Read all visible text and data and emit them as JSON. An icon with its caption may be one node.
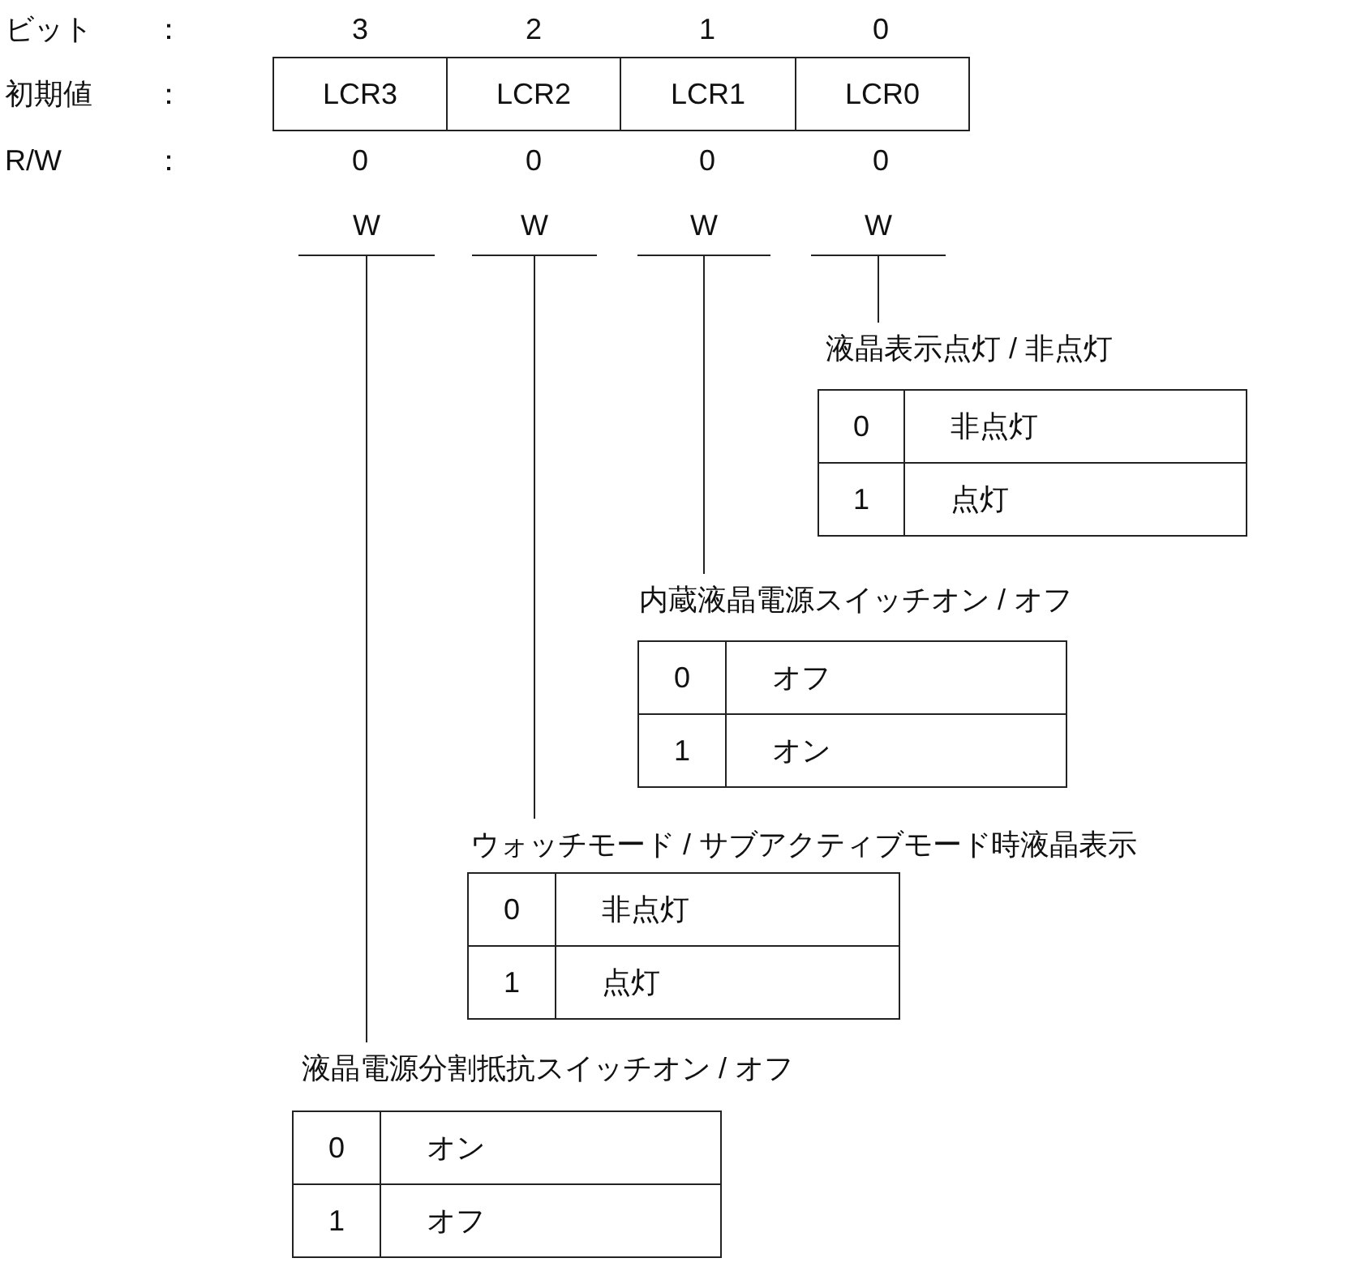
{
  "diagram": {
    "nodes": [
      {
        "text": [
          "LCR3"
        ]
      },
      {
        "text": [
          "LCR2"
        ]
      },
      {
        "text": [
          "LCR1"
        ]
      },
      {
        "text": [
          "LCR0"
        ]
      },
      {
        "text": [
          "W"
        ]
      },
      {
        "text": [
          "W"
        ]
      },
      {
        "text": [
          "W"
        ]
      },
      {
        "text": [
          "W"
        ]
      },
      {
        "text": [
          "液晶表示点灯 / 非点灯",
          "0",
          "非点灯",
          "1",
          "点灯"
        ]
      },
      {
        "text": [
          "内蔵液晶電源スイッチオン / オフ",
          "0",
          "オフ",
          "1",
          "オン"
        ]
      },
      {
        "text": [
          "ウォッチモード / サブアクティブモード時液晶表示",
          "0",
          "非点灯",
          "1",
          "点灯"
        ]
      },
      {
        "text": [
          "液晶電源分割抵抗スイッチオン / オフ",
          "0",
          "オン",
          "1",
          "オフ"
        ]
      }
    ],
    "edges": [
      {
        "from": 7,
        "to": 8,
        "arrow": "none"
      },
      {
        "from": 6,
        "to": 9,
        "arrow": "none"
      },
      {
        "from": 5,
        "to": 10,
        "arrow": "none"
      },
      {
        "from": 4,
        "to": 11,
        "arrow": "none"
      }
    ],
    "labels": [
      "ビット",
      "：",
      "3",
      "2",
      "1",
      "0",
      "初期値",
      "：",
      "R/W",
      "：",
      "0",
      "0",
      "0",
      "0"
    ]
  }
}
